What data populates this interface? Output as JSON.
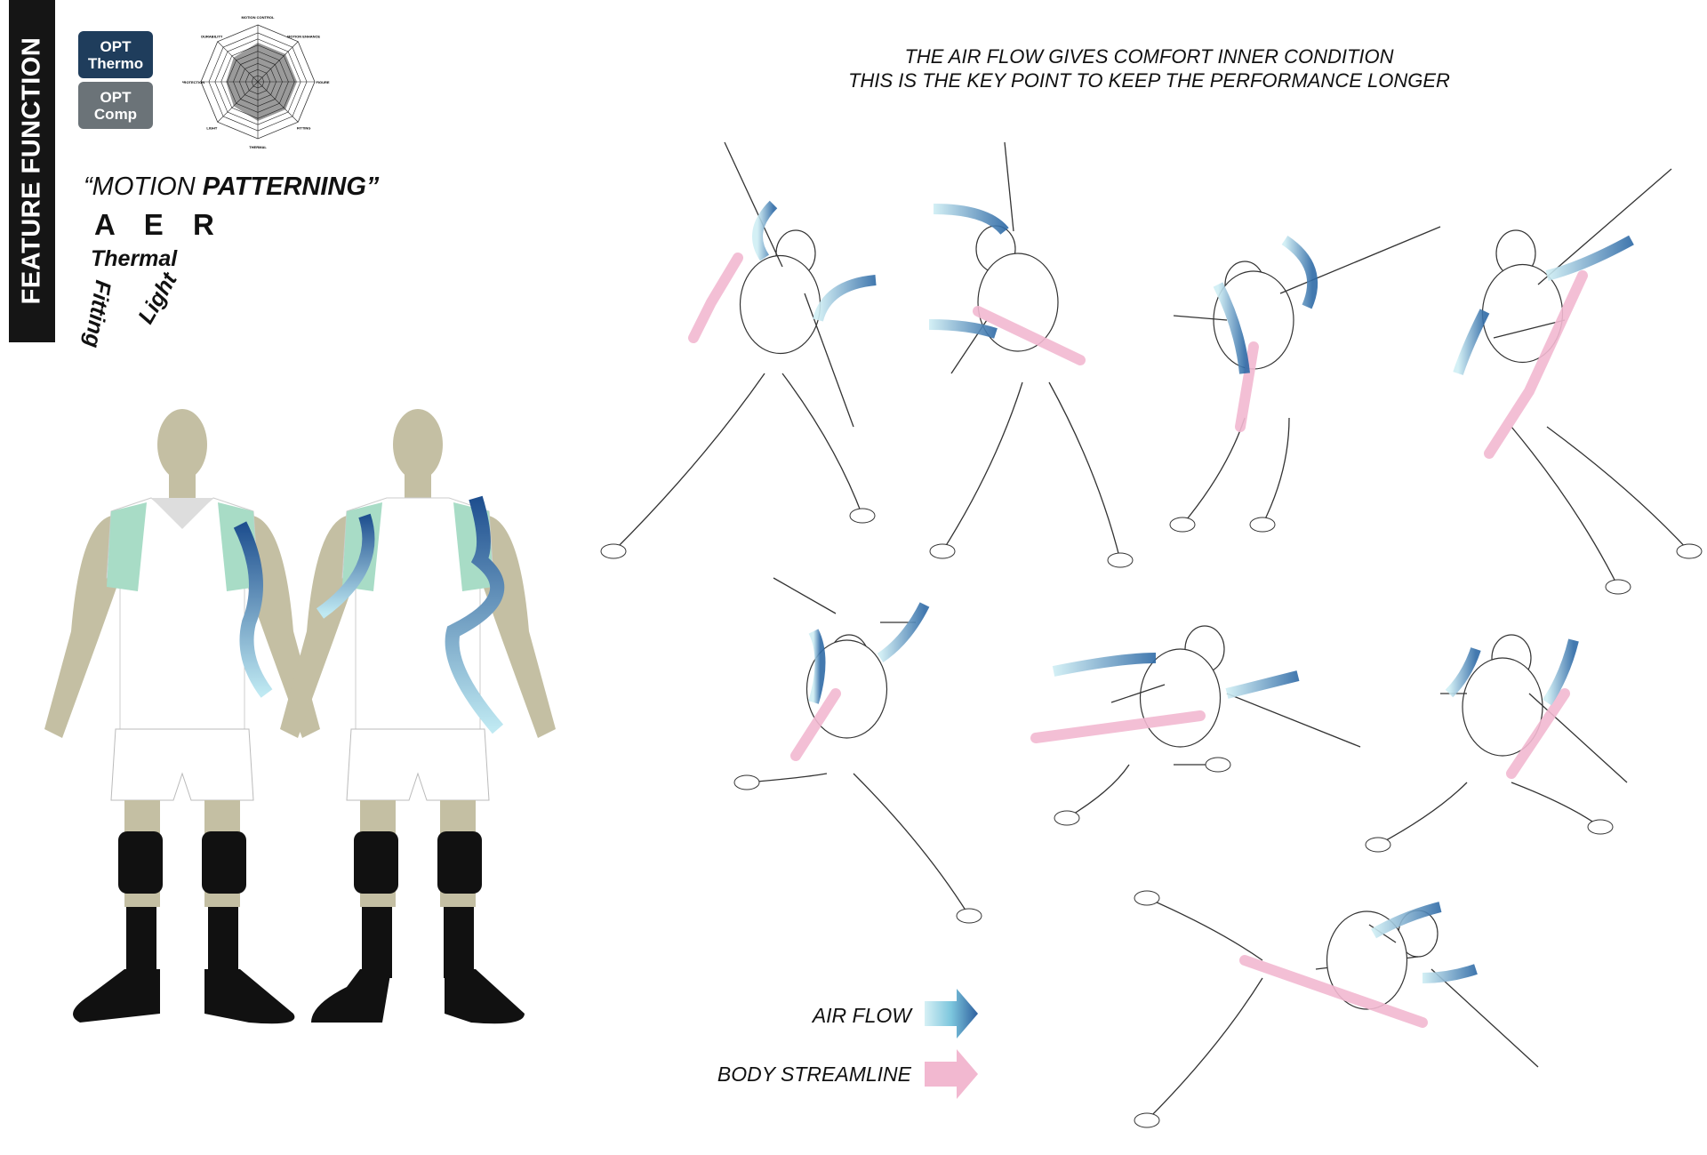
{
  "sidebar": {
    "title": "FEATURE FUNCTION"
  },
  "badges": {
    "opt_thermo": {
      "line1": "OPT",
      "line2": "Thermo",
      "color": "#1f3d5c"
    },
    "opt_comp": {
      "line1": "OPT",
      "line2": "Comp",
      "color": "#6b7378"
    }
  },
  "concept": {
    "quote_open": "“MOTION ",
    "quote_bold": "PATTERNING”",
    "acronym": "A E R",
    "thermal": "Thermal",
    "fitting": "Fitting",
    "light": "Light"
  },
  "headline": {
    "line1": "THE AIR FLOW GIVES COMFORT INNER CONDITION",
    "line2": "THIS IS THE KEY POINT TO KEEP THE PERFORMANCE LONGER"
  },
  "legend": {
    "air_flow": "AIR FLOW",
    "body_streamline": "BODY STREAMLINE",
    "air_flow_colors": [
      "#cfeef4",
      "#2e6aa6"
    ],
    "body_streamline_color": "#f2b8d0"
  },
  "colors": {
    "jersey_mint": "#a8dcc6",
    "skin": "#c4bfa3",
    "knee_pad": "#111111"
  },
  "chart_data": {
    "type": "radar",
    "title": "",
    "axes": [
      "MOTION CONTROL",
      "MOTION ENHANCE",
      "FIGURE",
      "FITTING",
      "THERMAL",
      "LIGHT",
      "PROTECTION",
      "DURABILITY"
    ],
    "values": [
      8,
      8,
      8,
      8,
      8,
      7,
      6.5,
      7
    ],
    "range": [
      0,
      10
    ],
    "rings": 10,
    "fill": "#9a9a9a"
  }
}
